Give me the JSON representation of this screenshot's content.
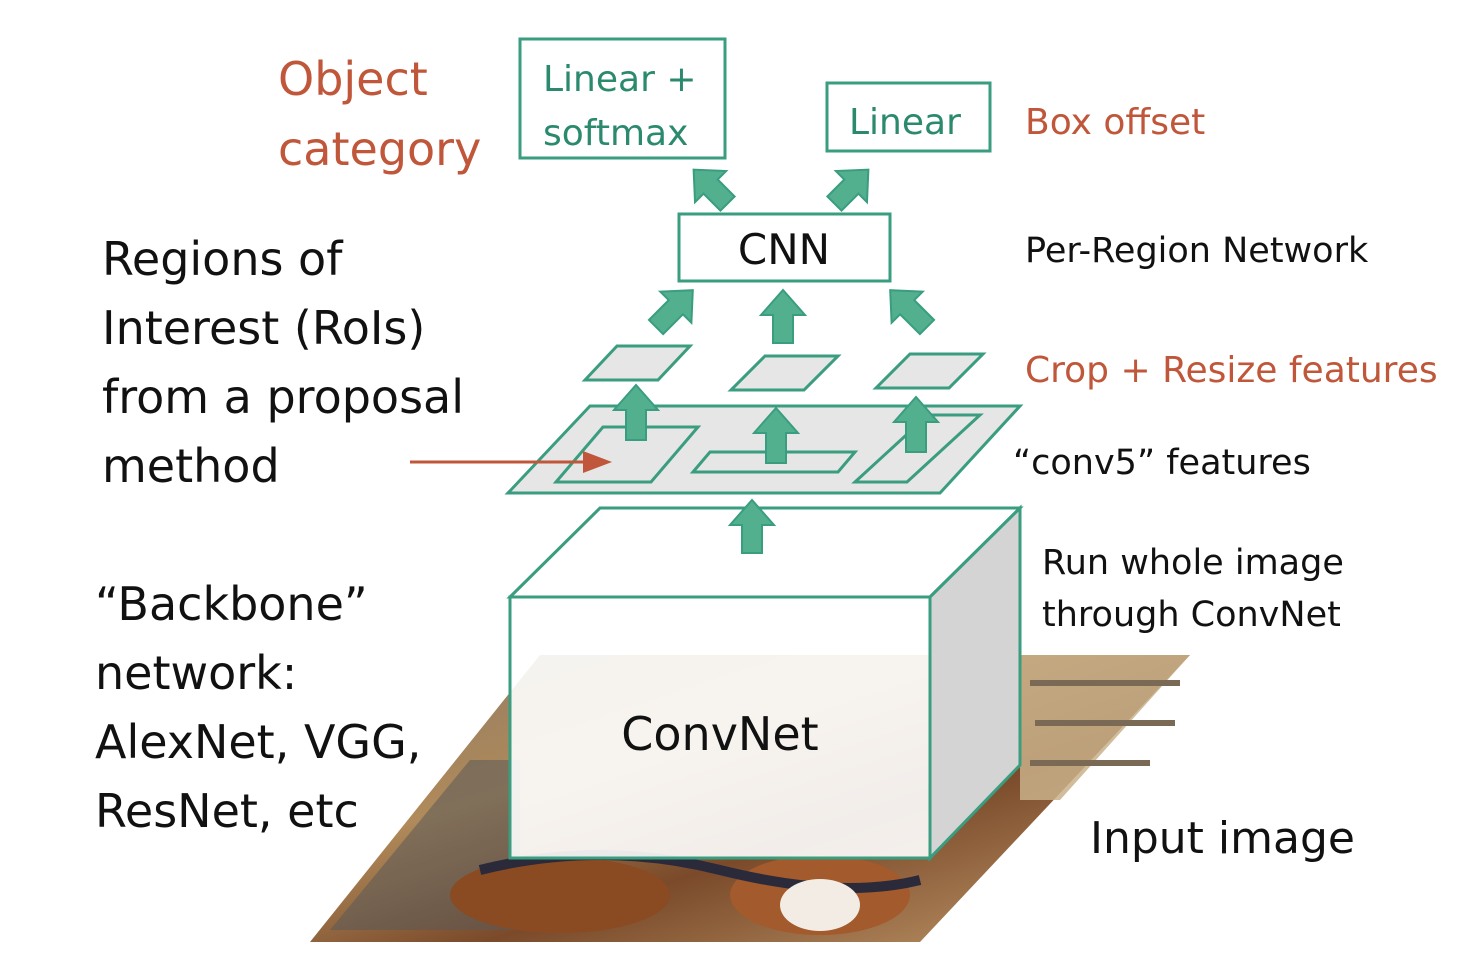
{
  "colors": {
    "green": "#3a9d80",
    "green_fill": "#52b08f",
    "orange": "#c0573a",
    "plane_fill": "#e6e6e6",
    "text": "#111111"
  },
  "labels": {
    "object_category": [
      "Object",
      "category"
    ],
    "linear_softmax": [
      "Linear +",
      "softmax"
    ],
    "linear": "Linear",
    "box_offset": "Box offset",
    "cnn": "CNN",
    "per_region_network": "Per-Region Network",
    "rois": [
      "Regions of",
      "Interest (RoIs)",
      "from a proposal",
      "method"
    ],
    "crop_resize": "Crop + Resize features",
    "conv5": "“conv5” features",
    "backbone": [
      "“Backbone”",
      "network:",
      "AlexNet, VGG,",
      "ResNet, etc"
    ],
    "run_whole_image": [
      "Run whole image",
      "through ConvNet"
    ],
    "convnet": "ConvNet",
    "input_image": "Input image"
  }
}
